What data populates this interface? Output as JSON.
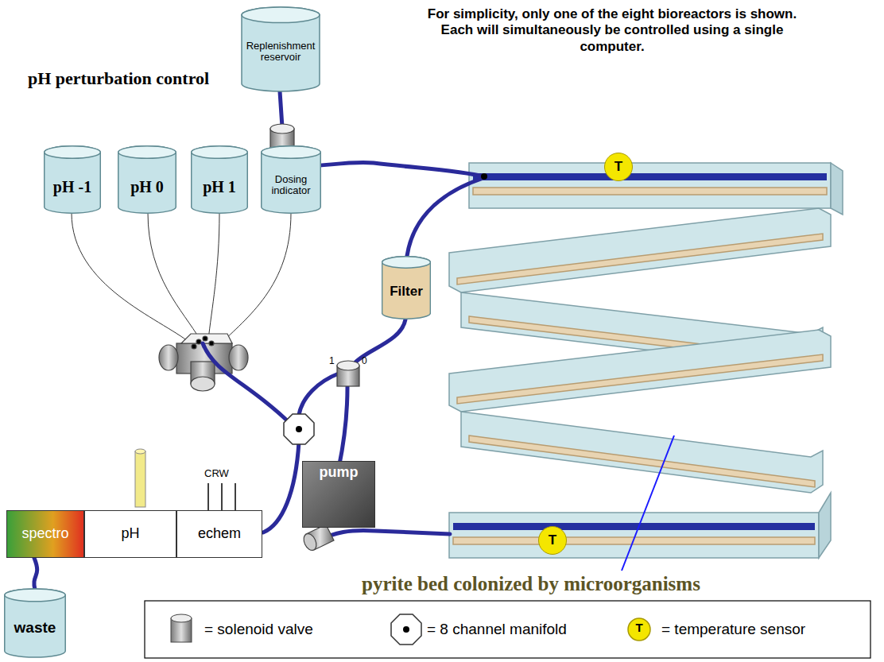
{
  "diagram": {
    "nodes": [
      {
        "text": [
          "Replenishment reservoir"
        ]
      },
      {
        "text": [
          "pH -1"
        ]
      },
      {
        "text": [
          "pH 0"
        ]
      },
      {
        "text": [
          "pH 1"
        ]
      },
      {
        "text": [
          "Dosing indicator"
        ]
      },
      {
        "text": [
          "T"
        ]
      },
      {
        "text": [
          "Filter"
        ]
      },
      {
        "text": [
          "pump"
        ]
      },
      {
        "text": [
          "spectro"
        ]
      },
      {
        "text": [
          "pH"
        ]
      },
      {
        "text": [
          "echem"
        ]
      },
      {
        "text": [
          "T"
        ]
      },
      {
        "text": [
          "waste"
        ]
      }
    ],
    "edges": [
      {
        "from": 8,
        "to": 12,
        "arrow": "none"
      }
    ],
    "labels": [
      "pH perturbation control",
      "For simplicity, only one of the eight bioreactors is shown. Each will simultaneously be controlled using a single computer.",
      "1",
      "0",
      "CRW",
      "pyrite bed colonized by microorganisms",
      "T"
    ],
    "legend": [
      {
        "text": "= solenoid valve"
      },
      {
        "text": "= 8 channel manifold"
      },
      {
        "text": "= temperature sensor"
      }
    ]
  }
}
